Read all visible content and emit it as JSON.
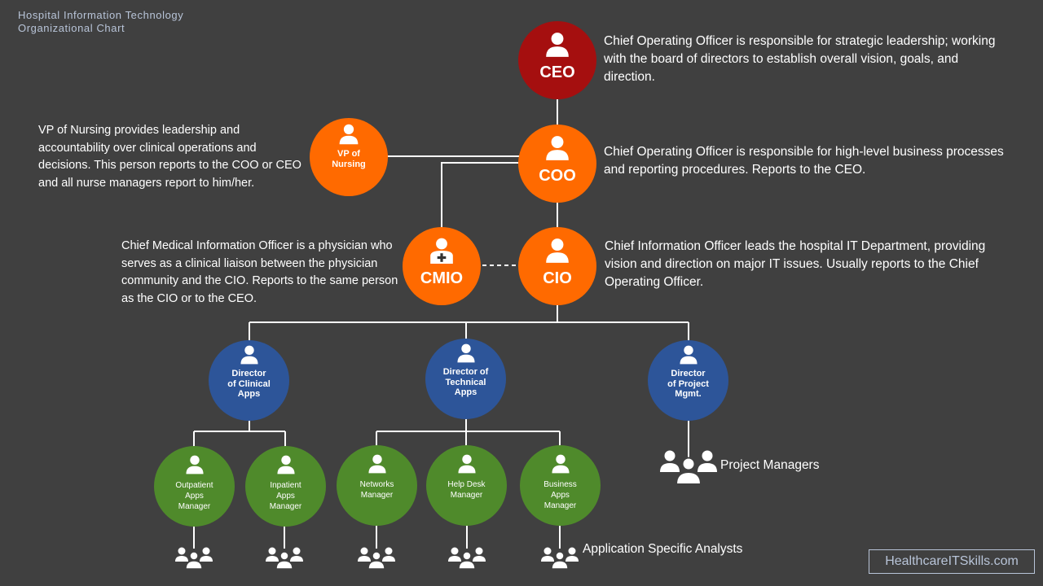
{
  "title": {
    "line1": "Hospital Information Technology",
    "line2": "Organizational Chart"
  },
  "colors": {
    "background": "#404040",
    "ceo": "#a50f0f",
    "executive": "#ff6a00",
    "director": "#2d5599",
    "manager": "#4f8a2b",
    "connector": "#ffffff"
  },
  "nodes": {
    "ceo": {
      "label": "CEO",
      "icon": "person-icon"
    },
    "coo": {
      "label": "COO",
      "icon": "person-icon"
    },
    "vp_nursing": {
      "label": "VP of Nursing",
      "icon": "person-icon"
    },
    "cmio": {
      "label": "CMIO",
      "icon": "doctor-icon"
    },
    "cio": {
      "label": "CIO",
      "icon": "person-icon"
    },
    "dir_clinical": {
      "label": "Director of Clinical Apps",
      "icon": "person-icon"
    },
    "dir_technical": {
      "label": "Director of Technical Apps",
      "icon": "person-icon"
    },
    "dir_project": {
      "label": "Director of Project Mgmt.",
      "icon": "person-icon"
    },
    "mgr_outpatient": {
      "label": "Outpatient Apps Manager",
      "icon": "person-icon"
    },
    "mgr_inpatient": {
      "label": "Inpatient Apps Manager",
      "icon": "person-icon"
    },
    "mgr_networks": {
      "label": "Networks Manager",
      "icon": "person-icon"
    },
    "mgr_helpdesk": {
      "label": "Help Desk Manager",
      "icon": "person-icon"
    },
    "mgr_business": {
      "label": "Business Apps Manager",
      "icon": "person-icon"
    }
  },
  "descriptions": {
    "ceo": "Chief Operating Officer is responsible for strategic leadership; working with the board of directors to establish overall vision, goals, and direction.",
    "coo": "Chief Operating Officer is responsible for high-level business processes and reporting procedures. Reports to the CEO.",
    "cio": "Chief Information Officer leads the hospital IT Department, providing vision and direction on major IT issues. Usually reports to the Chief Operating Officer.",
    "vp_nursing": "VP of Nursing provides leadership and accountability over clinical operations and decisions. This person reports to the COO or CEO and all nurse managers report to him/her.",
    "cmio": "Chief Medical Information Officer is a physician who serves as a clinical liaison between the physician community and the CIO. Reports to the same person as the CIO or to the CEO."
  },
  "groups": {
    "project_managers": "Project Managers",
    "application_analysts": "Application Specific Analysts",
    "icon": "group-icon"
  },
  "brand": "HealthcareITSkills.com"
}
